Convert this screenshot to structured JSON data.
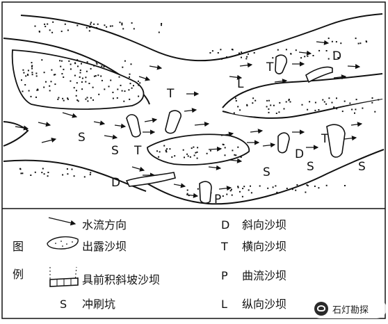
{
  "diagram": {
    "labels": [
      {
        "id": "D-ur",
        "text": "D"
      },
      {
        "id": "T-ur",
        "text": "T"
      },
      {
        "id": "L-ur",
        "text": "L"
      },
      {
        "id": "T-c",
        "text": "T"
      },
      {
        "id": "S-l",
        "text": "S"
      },
      {
        "id": "S-cl",
        "text": "S"
      },
      {
        "id": "T-cl",
        "text": "T"
      },
      {
        "id": "D-ll",
        "text": "D"
      },
      {
        "id": "P-b",
        "text": "P"
      },
      {
        "id": "S-c",
        "text": "S"
      },
      {
        "id": "D-r",
        "text": "D"
      },
      {
        "id": "S-r1",
        "text": "S"
      },
      {
        "id": "T-r",
        "text": "T"
      },
      {
        "id": "S-r2",
        "text": "S"
      }
    ]
  },
  "legend": {
    "title_chars": [
      "图",
      "例"
    ],
    "items": [
      {
        "symbol": "arrow",
        "text": "水流方向"
      },
      {
        "symbol": "lens",
        "text": "出露沙坝"
      },
      {
        "symbol": "bar",
        "text": "具前积斜坡沙坝"
      },
      {
        "symbol": "S",
        "text": "冲刷坑"
      }
    ],
    "types": [
      {
        "code": "D",
        "text": "斜向沙坝"
      },
      {
        "code": "T",
        "text": "横向沙坝"
      },
      {
        "code": "P",
        "text": "曲流沙坝"
      },
      {
        "code": "L",
        "text": "纵向沙坝"
      }
    ]
  },
  "watermark": {
    "text": "石灯勘探",
    "icon": "wechat-icon"
  }
}
